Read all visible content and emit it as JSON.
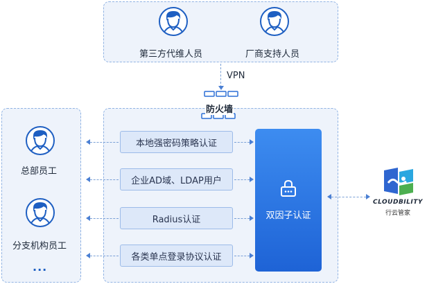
{
  "external_users": [
    {
      "label": "第三方代维人员",
      "icon": "person-icon"
    },
    {
      "label": "厂商支持人员",
      "icon": "person-icon"
    }
  ],
  "vpn_label": "VPN",
  "firewall_label": "防火墙",
  "internal_users": [
    {
      "label": "总部员工",
      "icon": "person-icon"
    },
    {
      "label": "分支机构员工",
      "icon": "person-icon"
    }
  ],
  "more_label": "...",
  "auth_methods": [
    "本地强密码策略认证",
    "企业AD域、LDAP用户",
    "Radius认证",
    "各类单点登录协议认证"
  ],
  "two_factor": {
    "label": "双因子认证",
    "icon": "lock-icon"
  },
  "brand": {
    "name": "CLOUDBILITY",
    "subtitle": "行云管家"
  },
  "colors": {
    "panel_bg": "#eef3fb",
    "panel_border": "#8fb2e3",
    "accent_blue": "#1e63d6",
    "auth_box_bg": "#dde8f9",
    "brand_green": "#4caf50"
  }
}
